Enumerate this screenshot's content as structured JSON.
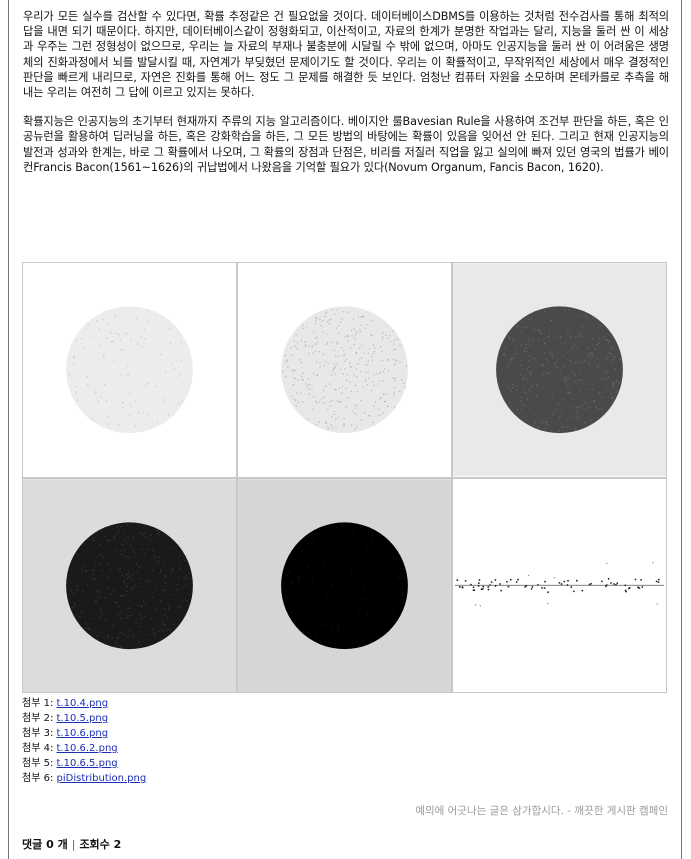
{
  "article": {
    "paragraph_1": "우리가 모든 실수를 검산할 수 있다면, 확률 추정같은 건 필요없을 것이다. 데이터베이스DBMS를 이용하는 것처럼 전수검사를 통해 최적의 답을 내면 되기 때문이다. 하지만, 데이터베이스같이 정형화되고, 이산적이고, 자료의 한계가 분명한 작업과는 달리, 지능을 둘러 싼 이 세상과 우주는 그런 정형성이 없으므로, 우리는 늘 자료의 부재나 불충분에 시달릴 수 밖에 없으며, 아마도 인공지능을 둘러 싼 이 어려움은 생명체의 진화과정에서 뇌를 발달시킬 때, 자연계가 부딪혔던 문제이기도 할 것이다. 우리는 이 확률적이고, 무작위적인 세상에서 매우 결정적인 판단을 빠르게 내리므로, 자연은 진화를 통해 어느 정도 그 문제를 해결한 듯 보인다. 엄청난 컴퓨터 자원을 소모하며 몬테카를로 추측을 해 내는 우리는 여전히 그 답에 이르고 있지는 못하다.",
    "paragraph_2": "확률지능은 인공지능의 초기부터 현재까지 주류의 지능 알고리즘이다. 베이지안 룰Bavesian Rule을 사용하여 조건부 판단을 하든, 혹은 인공뉴런을 활용하여 딥러닝을 하든, 혹은 강화학습을 하든, 그 모든 방법의 바탕에는 확률이 있음을 잊어선 안 된다. 그리고 현재 인공지능의 발전과 성과와 한계는, 바로 그 확률에서 나오며, 그 확률의 장점과 단점은, 비리를 저질러 직업을 잃고 실의에 빠져 있던 영국의 법률가 베이컨Francis Bacon(1561~1626)의 귀납법에서 나왔음을 기억할 필요가 있다(Novum Organum, Fancis Bacon, 1620)."
  },
  "images": [
    {
      "file": "t.10.4.png",
      "background": "#ffffff",
      "disk": "#ececec",
      "density": 0.1,
      "noise": "#c6c6c6"
    },
    {
      "file": "t.10.5.png",
      "background": "#ffffff",
      "disk": "#e8e8e8",
      "density": 0.35,
      "noise": "#b4b4b4"
    },
    {
      "file": "t.10.6.png",
      "background": "#e9e9e9",
      "disk": "#4a4a4a",
      "density": 0.3,
      "noise": "#6a6a6a"
    },
    {
      "file": "t.10.6.2.png",
      "background": "#dcdcdc",
      "disk": "#1a1a1a",
      "density": 0.25,
      "noise": "#3c3c3c"
    },
    {
      "file": "t.10.6.5.png",
      "background": "#d6d6d6",
      "disk": "#000000",
      "density": 0.05,
      "noise": "#1a1a1a"
    },
    {
      "file": "piDistribution.png",
      "background": "#ffffff",
      "line": "#555555",
      "points": "#222222"
    }
  ],
  "attachments": {
    "prefix": "첨부",
    "items": [
      {
        "num": "1:",
        "name": "t.10.4.png"
      },
      {
        "num": "2:",
        "name": "t.10.5.png"
      },
      {
        "num": "3:",
        "name": "t.10.6.png"
      },
      {
        "num": "4:",
        "name": "t.10.6.2.png"
      },
      {
        "num": "5:",
        "name": "t.10.6.5.png"
      },
      {
        "num": "6:",
        "name": "piDistribution.png"
      }
    ]
  },
  "notice": "예의에 어긋나는 글은 삼가합시다. - 깨끗한 게시판 캠페인",
  "footer": {
    "comments_label": "댓글",
    "comments_count": "0",
    "comments_unit": "개",
    "views_label": "조회수",
    "views_count": "2"
  }
}
